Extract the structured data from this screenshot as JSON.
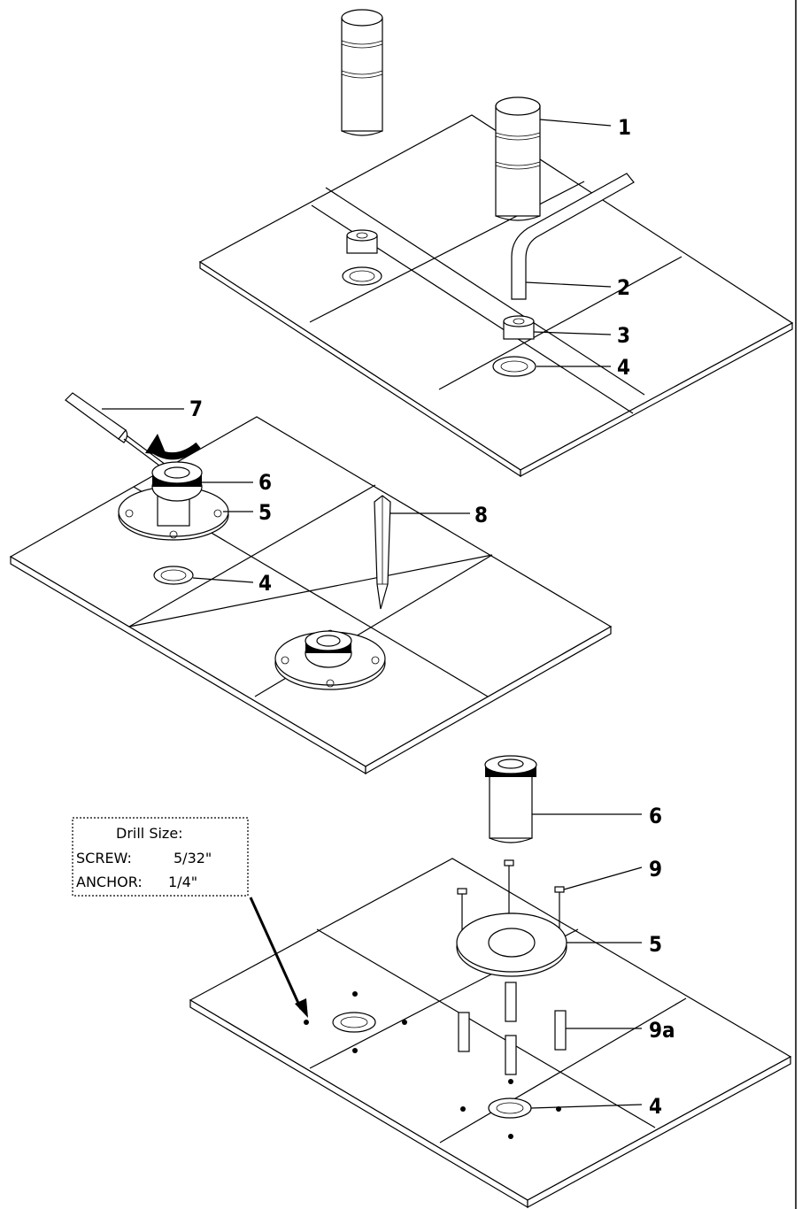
{
  "callouts": {
    "p1": "1",
    "p2": "2",
    "p3": "3",
    "p4a": "4",
    "p7": "7",
    "p6a": "6",
    "p5a": "5",
    "p8": "8",
    "p4b": "4",
    "p6b": "6",
    "p9": "9",
    "p5b": "5",
    "p9a": "9a",
    "p4c": "4"
  },
  "drill_note": {
    "title": "Drill Size:",
    "screw_label": "SCREW:",
    "screw_value": "5/32\"",
    "anchor_label": "ANCHOR:",
    "anchor_value": "1/4\""
  }
}
